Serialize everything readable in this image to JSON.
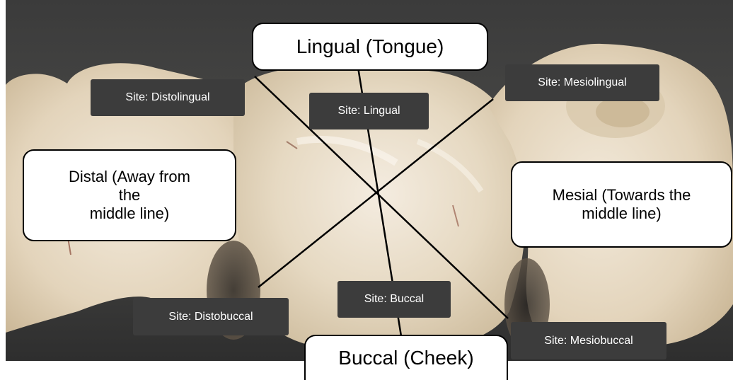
{
  "labels": {
    "lingual": "Lingual (Tongue)",
    "buccal": "Buccal (Cheek)",
    "distal": "Distal (Away from\nthe\nmiddle line)",
    "mesial": "Mesial (Towards the\nmiddle line)"
  },
  "sites": {
    "distolingual": "Site: Distolingual",
    "lingual": "Site: Lingual",
    "mesiolingual": "Site: Mesiolingual",
    "distobuccal": "Site: Distobuccal",
    "buccal": "Site: Buccal",
    "mesiobuccal": "Site: Mesiobuccal"
  },
  "colors": {
    "label_fill": "#ffffff",
    "site_fill": "#3c3c3c",
    "line": "#000000",
    "crown": "#e8dcc6",
    "background": "#3a3a3a"
  }
}
